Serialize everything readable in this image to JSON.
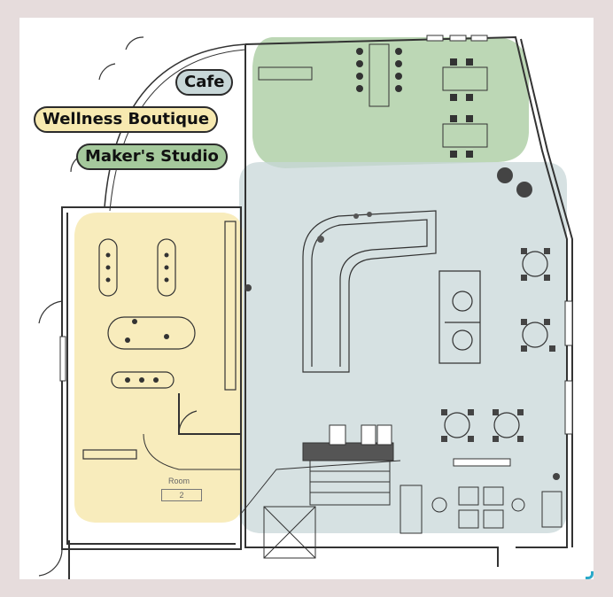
{
  "legend": {
    "cafe": "Cafe",
    "wellness": "Wellness Boutique",
    "maker": "Maker's Studio"
  },
  "zones": {
    "cafe_color": "#c8d7d8",
    "wellness_color": "#f7e9b0",
    "maker_color": "#a5c99c"
  },
  "room": {
    "label": "Room",
    "number": "2"
  }
}
